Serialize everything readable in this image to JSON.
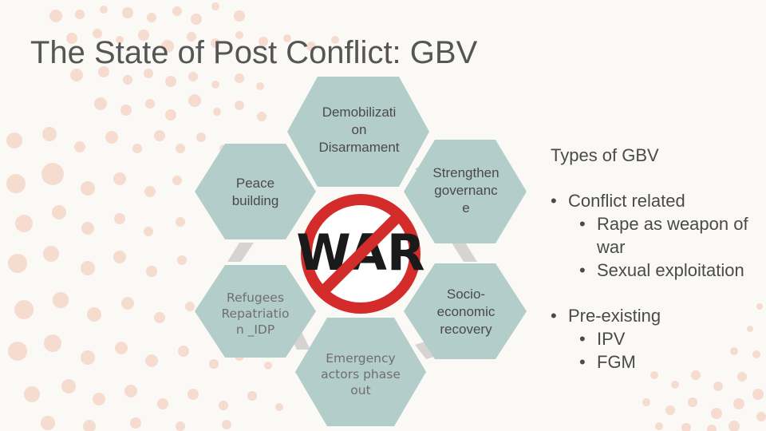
{
  "slide": {
    "title": "The State of Post Conflict: GBV"
  },
  "hexagons": {
    "top": "Demobilizati\non\nDisarmament",
    "left": "Peace\nbuilding",
    "right_top": "Strengthen\ngovernanc\ne",
    "left_bottom": "Refugees\nRepatriatio\nn _IDP",
    "right_bottom": "Socio-\neconomic\nrecovery",
    "bottom": "Emergency\nactors phase\nout"
  },
  "center_sign": {
    "text": "WAR",
    "icon": "no-war-prohibition-icon"
  },
  "sidebar": {
    "heading": "Types of GBV",
    "groups": [
      {
        "label": "Conflict related",
        "items": [
          "Rape as weapon of war",
          "Sexual exploitation"
        ]
      },
      {
        "label": "Pre-existing",
        "items": [
          "IPV",
          "FGM"
        ]
      }
    ]
  },
  "colors": {
    "hex_fill": "#b3cdca",
    "connector": "#d6d3d3",
    "sign_red": "#d42b2b",
    "dots": "#f5dccf"
  }
}
